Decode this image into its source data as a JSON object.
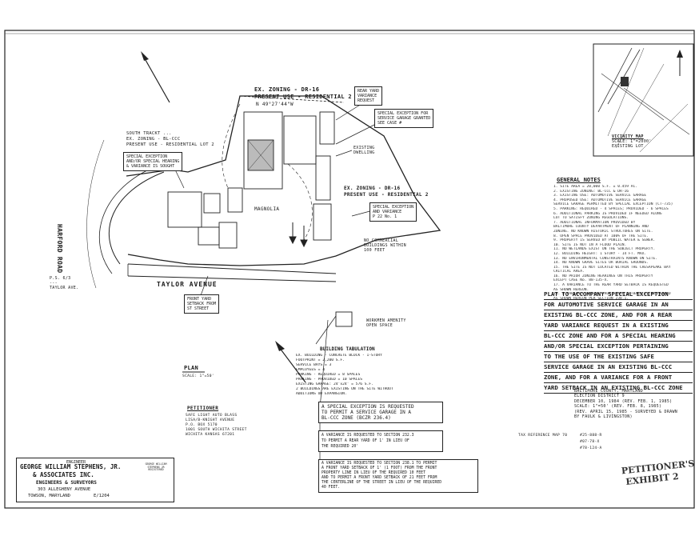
{
  "labels": {
    "zoning_north": "EX. ZONING - DR-16",
    "use_north": "PRESENT USE - RESIDENTIAL 2",
    "bearing_north": "N 49°27'44\"W",
    "rear_yard_variance": [
      "REAR YARD",
      "VARIANCE",
      "REQUEST"
    ],
    "special_exc_garage": [
      "SPECIAL EXCEPTION FOR",
      "SERVICE GARAGE GRANTED",
      "SEE CASE #"
    ],
    "zoning_west": [
      "SOUTH TRACKT ...",
      "EX. ZONING - BL-CCC",
      "PRESENT USE - RESIDENTIAL LOT 2"
    ],
    "special_exc_west": [
      "SPECIAL EXCEPTION",
      "AND/OR SPECIAL HEARING",
      "& VARIANCE IS SOUGHT"
    ],
    "zoning_east": [
      "EX. ZONING - DR-16",
      "PRESENT USE - RESIDENTIAL 2"
    ],
    "special_exc_east": [
      "SPECIAL EXCEPTION",
      "AND VARIANCE",
      "P 22 No. 1"
    ],
    "no_commercial": [
      "NO COMMERCIAL",
      "BUILDINGS WITHIN",
      "100 FEET"
    ],
    "existing_dwelling": [
      "EXISTING",
      "DWELLING"
    ],
    "magnolia": "MAGNOLIA",
    "taylor_avenue": "TAYLOR AVENUE",
    "front_yard": [
      "FRONT YARD",
      "SETBACK FROM",
      "ST STREET"
    ],
    "harford_road": "HARFORD ROAD",
    "ps_note": [
      "P.S. 6/3",
      "---",
      "TAYLOR AVE."
    ],
    "amenity": [
      "WORKMEN AMENITY",
      "OPEN SPACE"
    ],
    "plan": "PLAN",
    "plan_scale": "SCALE: 1\"=50'",
    "petitioner_head": "PETITIONER",
    "petitioner_lines": [
      "SAFE LIGHT AUTO BLASS",
      "LISA/B-KNIGHT AVENUE",
      "P.O. BOX 5170",
      "1001 SOUTH WICHITA STREET",
      "WICHITA KANSAS 67201"
    ],
    "vicinity": [
      "VICINITY MAP",
      "SCALE: 1\"=2000'",
      "EXISTING LOT"
    ],
    "stamp": [
      "GEORGE WILLIAM",
      "STEPHENS JR",
      "REGISTERED"
    ]
  },
  "engineer": {
    "head": "ENGINEER",
    "name1": "GEORGE WILLIAM STEPHENS, JR.",
    "name2": "& ASSOCIATES INC.",
    "name3": "ENGINEERS & SURVEYORS",
    "address": "303 ALLEGHENY AVENUE",
    "city": "TOWSON, MARYLAND",
    "job": "E/1204"
  },
  "boxes": {
    "b1": [
      "A SPECIAL EXCEPTION IS REQUESTED",
      "TO PERMIT A SERVICE GARAGE IN A",
      "BL-CCC ZONE (BCZR 236.4)"
    ],
    "b2": [
      "A VARIANCE IS REQUESTED TO SECTION 232.3",
      "TO PERMIT A REAR YARD OF 1' IN LIEU OF",
      "THE REQUIRED 20'"
    ],
    "b3": [
      "A VARIANCE IS REQUESTED TO SECTION 238.1 TO PERMIT",
      "A FRONT YARD SETBACK OF 1' (1 FOOT) FROM THE FRONT",
      "PROPERTY LINE IN LIEU OF THE REQUIRED 10 FEET",
      "AND TO PERMIT A FRONT YARD SETBACK OF 21 FEET FROM",
      "THE CENTERLINE OF THE STREET IN LIEU OF THE REQUIRED",
      "40 FEET."
    ]
  },
  "notes": {
    "title": "GENERAL NOTES",
    "items": [
      "1. SITE AREA = 20,000 S.F. ± 0.459 AC.",
      "2. EXISTING ZONING: BL-CCC & DR-16",
      "3. EXISTING USE: AUTOMOTIVE SERVICE GARAGE",
      "4. PROPOSED USE: AUTOMOTIVE SERVICE GARAGE",
      "   SERVICE GARAGE PERMITTED BY SPECIAL EXCEPTION (CT-735)",
      "5. PARKING: REQUIRED - 4 SPACES; PROVIDED - 6 SPACES",
      "6. ADDITIONAL PARKING IS PROVIDED IF NEEDED ALONG",
      "   LOT TO SATISFY ZONING REGULATIONS.",
      "7. ADDITIONAL INFORMATION PROVIDED BY",
      "   BALTIMORE COUNTY DEPARTMENT OF PLANNING AND",
      "   ZONING. NO KNOWN HISTORIC STRUCTURES ON SITE.",
      "8. OPEN SPACE PROVIDED AT 100% OF THE SITE.",
      "9. PROPERTY IS SERVED BY PUBLIC WATER & SEWER.",
      "10. SITE IS NOT IN A FLOOD PLAIN.",
      "11. NO WETLANDS EXIST ON THE SUBJECT PROPERTY.",
      "12. BUILDING HEIGHT: 1 STORY - 14 FT. MAX.",
      "13. NO ENVIRONMENTAL CONSTRAINTS KNOWN ON SITE.",
      "14. NO KNOWN GRAVE SITES OR BURIAL GROUNDS.",
      "15. THE SITE IS NOT LOCATED WITHIN THE CHESAPEAKE BAY",
      "    CRITICAL AREA.",
      "16. NO PRIOR ZONING HEARINGS ON THIS PROPERTY",
      "    EXCEPT CASE No. 88-135-X.",
      "17. A VARIANCE TO THE REAR YARD SETBACK IS REQUESTED",
      "    AS SHOWN HEREON.",
      "18. A VARIANCE TO THE FRONT YARD SETBACK IS REQUESTED",
      "    AS SHOWN HEREON PER SECTION 238.1."
    ]
  },
  "plat_title": [
    "PLAT TO ACCOMPANY SPECIAL EXCEPTION",
    "FOR AUTOMOTIVE SERVICE GARAGE IN AN",
    "EXISTING BL-CCC ZONE, AND FOR A REAR",
    "YARD VARIANCE REQUEST IN A EXISTING",
    "BL-CCC ZONE AND FOR A SPECIAL HEARING",
    "AND/OR SPECIAL EXCEPTION PERTAINING",
    "TO THE USE OF THE EXISTING SAFE",
    "SERVICE GARAGE IN AN EXISTING BL-CCC",
    "ZONE, AND FOR A VARIANCE FOR A FRONT",
    "YARD SETBACK IN AN EXISTING BL-CCC ZONE"
  ],
  "plat_info": [
    "BALTIMORE COUNTY, MARYLAND",
    "ELECTION DISTRICT 9",
    "DECEMBER 10, 1984 (REV. FEB. 1, 1985)",
    "SCALE: 1\"=50'  (REV. FEB. 8, 1985)",
    "(REV. APRIL 15, 1985 - SURVEYED & DRAWN",
    "BY FAULK & LIVINGSTON)"
  ],
  "plat_refs": [
    "TAX REFERENCE MAP 70",
    "#25-888-R",
    "#07-78-X",
    "#78-124-A"
  ],
  "exhibit": [
    "PETITIONER'S",
    "EXHIBIT 2"
  ],
  "data": {
    "title": "BUILDING TABULATION",
    "rows": [
      "EX. BUILDING - CONCRETE BLOCK - 1-STORY",
      "FOOTPRINT                    = 2,200 S.F.",
      "SERVICE BAYS                 = 3",
      "EMPLOYEES                    = 4",
      "PARKING - REQUIRED           = 8 SPACES",
      "PARKING - PROVIDED           = 10 SPACES",
      "EXISTING GARAGE: 24'x24'      = 576 S.F.",
      "2 BUILDINGS ARE EXISTING ON THE SITE WITHOUT",
      "ADDITIONS OR EXPANSION."
    ]
  }
}
